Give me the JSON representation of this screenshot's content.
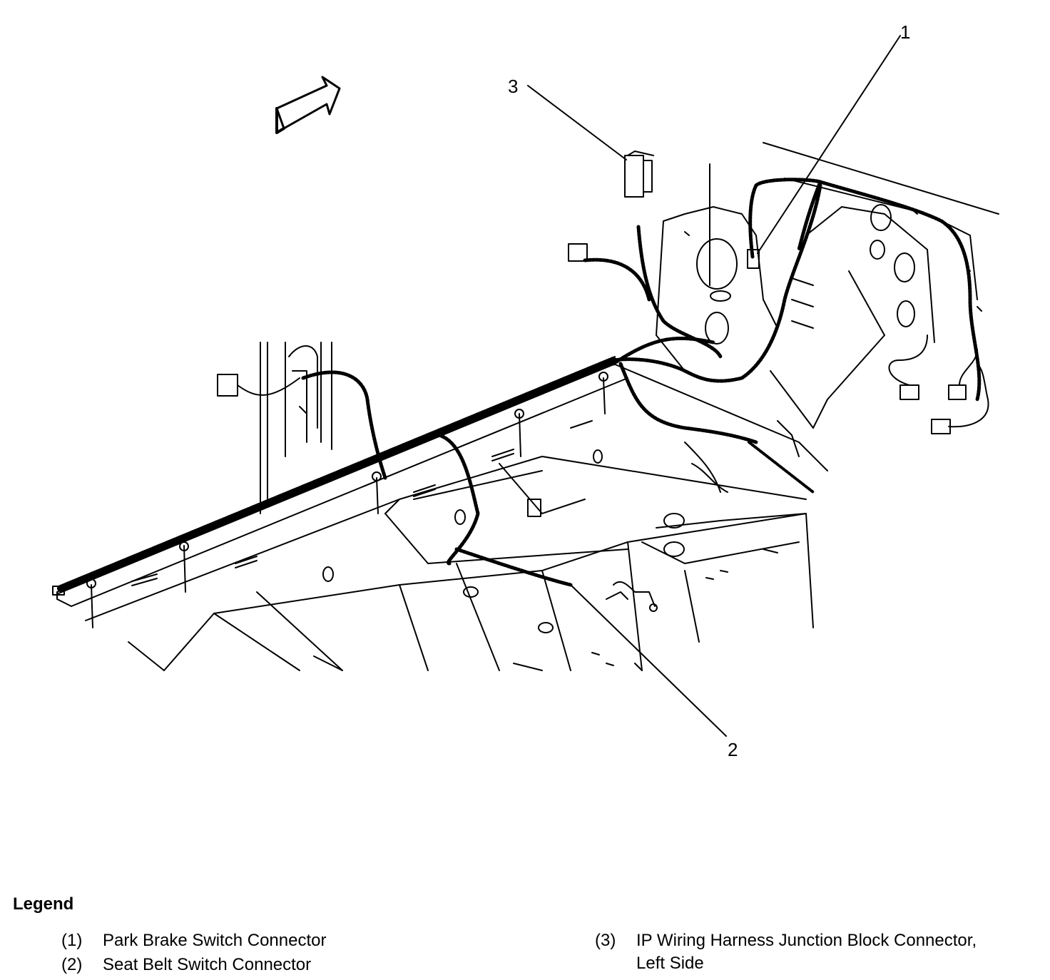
{
  "callouts": {
    "c1": "1",
    "c2": "2",
    "c3": "3"
  },
  "legend": {
    "title": "Legend",
    "items": [
      {
        "num": "(1)",
        "label": "Park Brake Switch Connector"
      },
      {
        "num": "(2)",
        "label": "Seat Belt Switch Connector"
      },
      {
        "num": "(3)",
        "label": "IP Wiring Harness Junction Block Connector,",
        "label2": "Left Side"
      }
    ]
  },
  "colors": {
    "ink": "#000000",
    "paper": "#ffffff"
  }
}
